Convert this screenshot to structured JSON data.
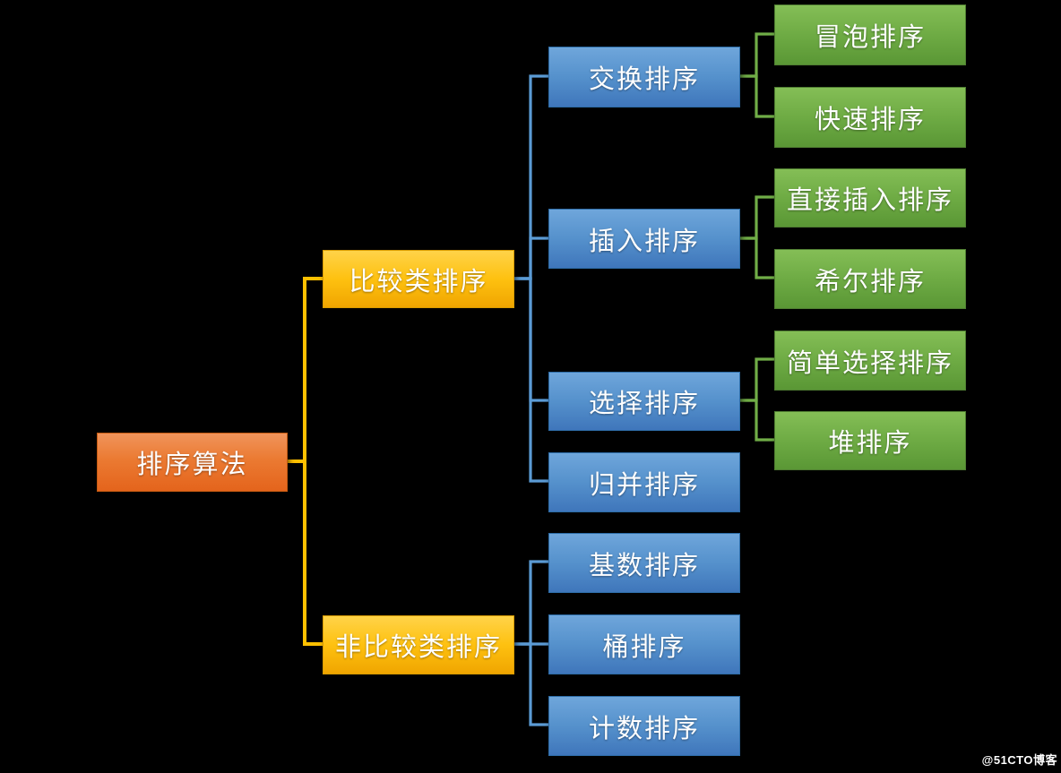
{
  "nodes": {
    "root": {
      "label": "排序算法",
      "fill": "#ED7D31"
    },
    "compare": {
      "label": "比较类排序",
      "fill": "#FFC000"
    },
    "non_compare": {
      "label": "非比较类排序",
      "fill": "#FFC000"
    },
    "exchange": {
      "label": "交换排序",
      "fill": "#5B9BD5"
    },
    "insert": {
      "label": "插入排序",
      "fill": "#5B9BD5"
    },
    "select": {
      "label": "选择排序",
      "fill": "#5B9BD5"
    },
    "merge": {
      "label": "归并排序",
      "fill": "#5B9BD5"
    },
    "radix": {
      "label": "基数排序",
      "fill": "#5B9BD5"
    },
    "bucket": {
      "label": "桶排序",
      "fill": "#5B9BD5"
    },
    "counting": {
      "label": "计数排序",
      "fill": "#5B9BD5"
    },
    "bubble": {
      "label": "冒泡排序",
      "fill": "#70AD47"
    },
    "quick": {
      "label": "快速排序",
      "fill": "#70AD47"
    },
    "direct_insert": {
      "label": "直接插入排序",
      "fill": "#70AD47"
    },
    "shell": {
      "label": "希尔排序",
      "fill": "#70AD47"
    },
    "simple_select": {
      "label": "简单选择排序",
      "fill": "#70AD47"
    },
    "heap": {
      "label": "堆排序",
      "fill": "#70AD47"
    }
  },
  "connector_colors": {
    "root_to_level2": "#FFC000",
    "level2_to_level3": "#5B9BD5",
    "level3_to_level4": "#70AD47"
  },
  "background_color": "#000000",
  "watermark": {
    "text": "@51CTO博客"
  }
}
